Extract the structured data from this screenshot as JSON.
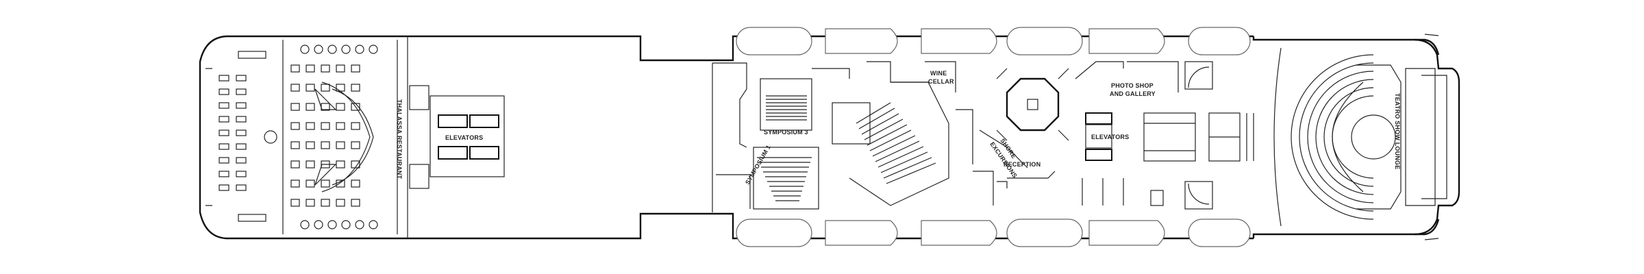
{
  "deck_plan": {
    "labels": {
      "thalassa_restaurant": "THALASSA RESTAURANT",
      "elevators_aft": "ELEVATORS",
      "wine_cellar_line1": "WINE",
      "wine_cellar_line2": "CELLAR",
      "symposium_3": "SYMPOSIUM 3",
      "symposium_1": "SYMPOSIUM 1",
      "shore_excursions_line1": "SHORE",
      "shore_excursions_line2": "EXCURSIONS",
      "reception": "RECEPTION",
      "photo_shop_line1": "PHOTO SHOP",
      "photo_shop_line2": "AND GALLERY",
      "elevators_mid": "ELEVATORS",
      "teatro_show_lounge": "TEATRO SHOW LOUNGE"
    },
    "colors": {
      "line": "#111111",
      "background": "#ffffff",
      "boat_outline": "#666666"
    }
  }
}
